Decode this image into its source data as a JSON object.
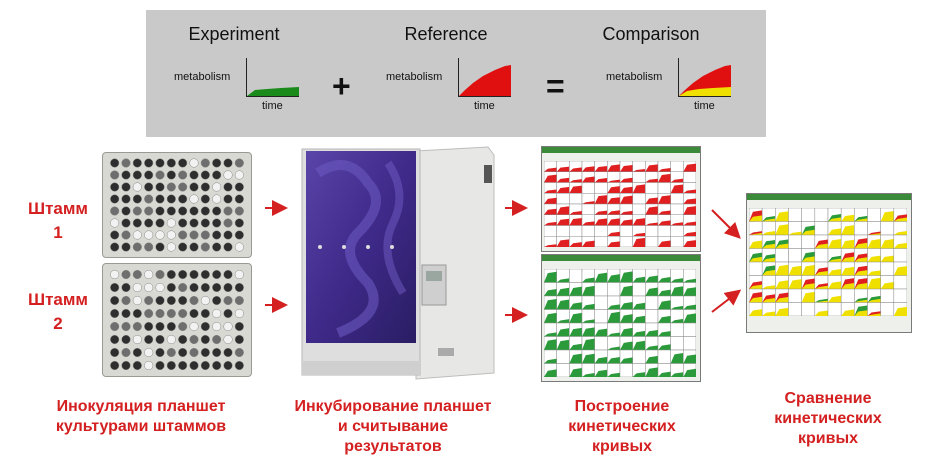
{
  "banner": {
    "experiment": {
      "title": "Experiment",
      "ylabel": "metabolism",
      "xlabel": "time",
      "color": "#1a8a1a"
    },
    "plus": "+",
    "reference": {
      "title": "Reference",
      "ylabel": "metabolism",
      "xlabel": "time",
      "color": "#e01010"
    },
    "equals": "=",
    "comparison": {
      "title": "Comparison",
      "ylabel": "metabolism",
      "xlabel": "time",
      "color_a": "#e01010",
      "color_b": "#f0e000"
    }
  },
  "strains": {
    "strain1_word": "Штамм",
    "strain1_num": "1",
    "strain2_word": "Штамм",
    "strain2_num": "2"
  },
  "captions": {
    "step1_line1": "Инокуляция планшет",
    "step1_line2": "культурами штаммов",
    "step2_line1": "Инкубирование планшет",
    "step2_line2": "и считывание",
    "step2_line3": "результатов",
    "step3_line1": "Построение",
    "step3_line2": "кинетических",
    "step3_line3": "кривых",
    "step4_line1": "Сравнение",
    "step4_line2": "кинетических",
    "step4_line3": "кривых"
  },
  "colors": {
    "caption_red": "#d42020",
    "arrow_red": "#d42020",
    "incubator_purple": "#3f2a8a"
  }
}
